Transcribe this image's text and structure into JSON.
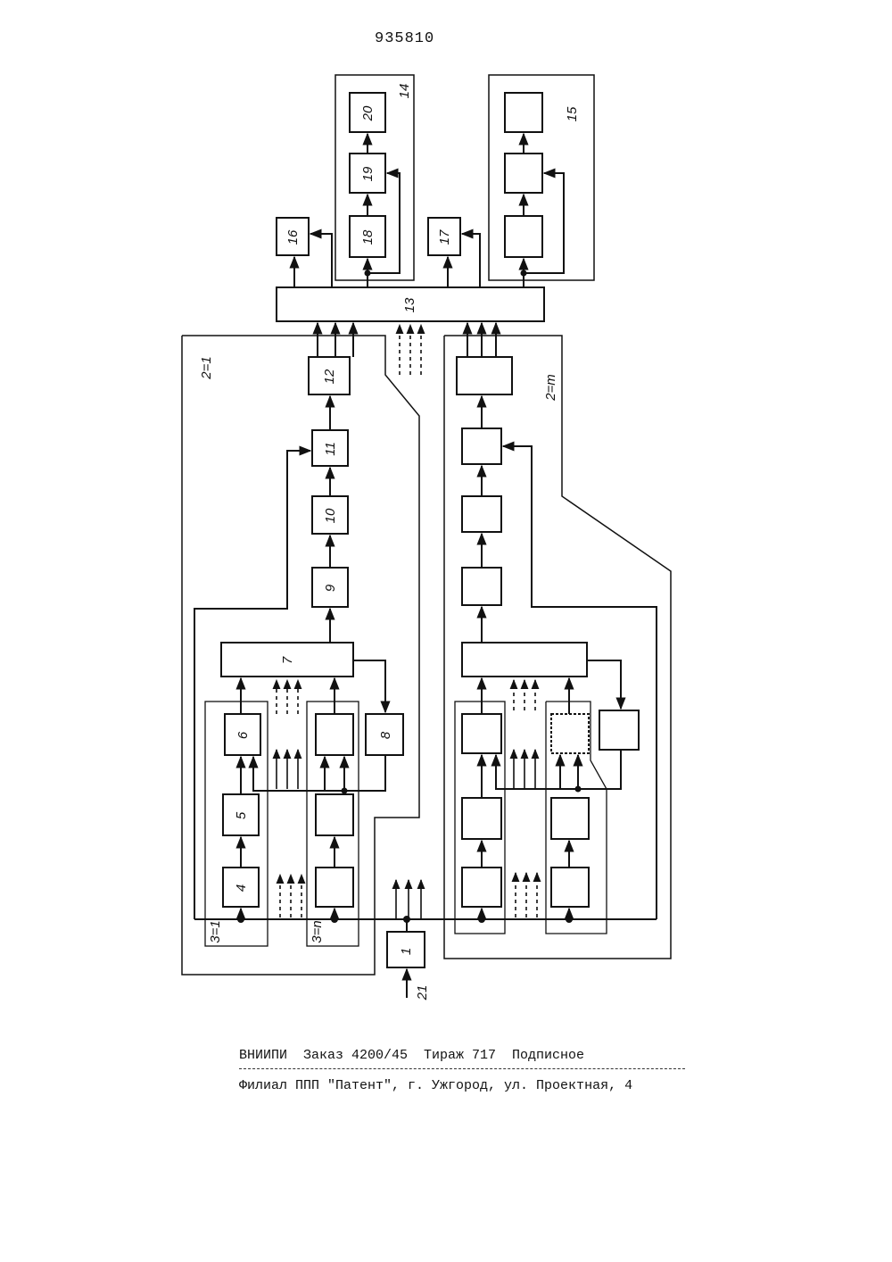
{
  "header": {
    "page_number": "935810"
  },
  "blocks": {
    "b1": "1",
    "b4": "4",
    "b5": "5",
    "b6": "6",
    "b7": "7",
    "b8": "8",
    "b9": "9",
    "b10": "10",
    "b11": "11",
    "b12": "12",
    "b13": "13",
    "b14": "14",
    "b15": "15",
    "b16": "16",
    "b17": "17",
    "b18": "18",
    "b19": "19",
    "b20": "20",
    "input21": "21"
  },
  "group_labels": {
    "channel_1": "2=1",
    "channel_m": "2=m",
    "sub_1": "3=1",
    "sub_n": "3=n"
  },
  "footer": {
    "line1": "ВНИИПИ  Заказ 4200/45  Тираж 717  Подписное",
    "line2": "Филиал ППП \"Патент\", г. Ужгород, ул. Проектная, 4"
  }
}
